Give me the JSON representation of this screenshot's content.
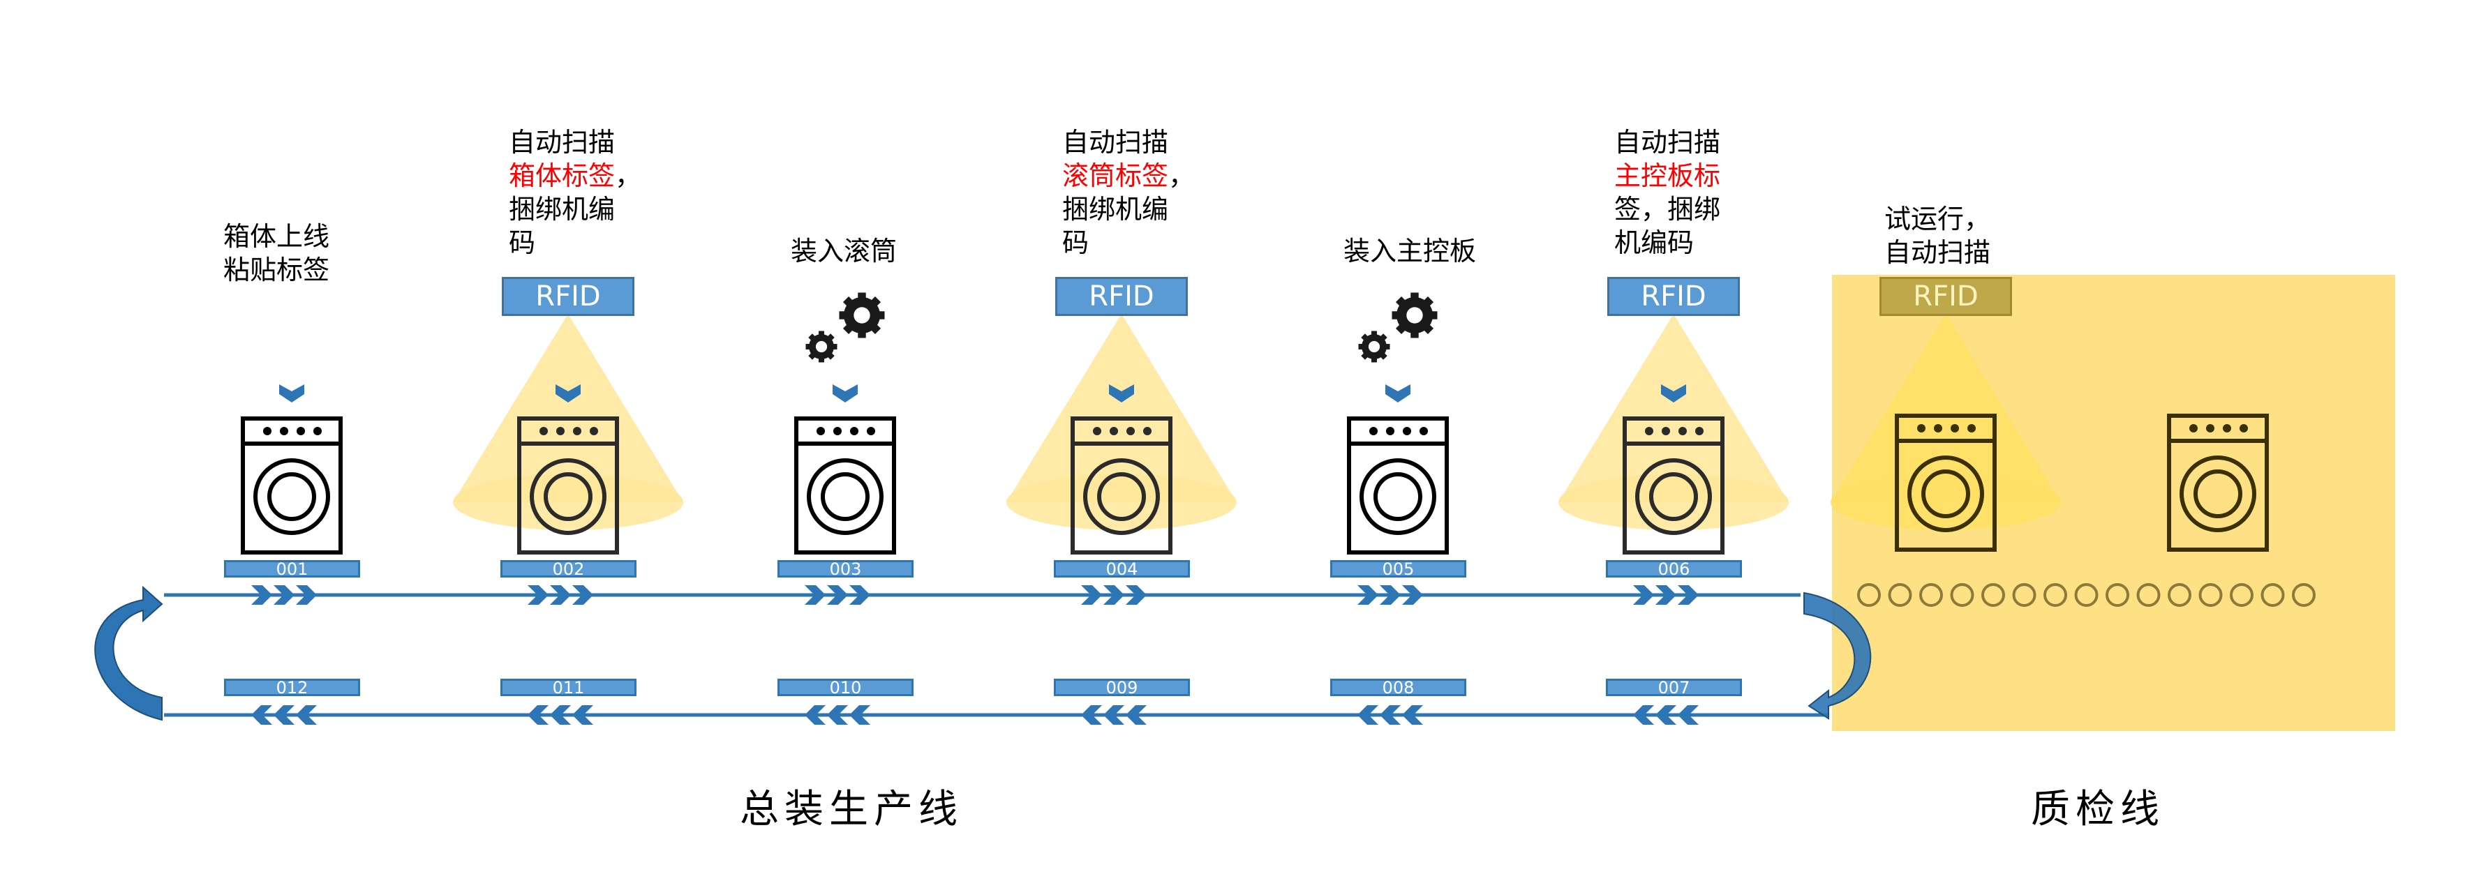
{
  "stations": [
    {
      "label_pre": "箱体上线\n粘贴标签",
      "label_red": "",
      "label_post": "",
      "top_code": "001",
      "bottom_code": "012",
      "rfid": false,
      "gears": false
    },
    {
      "label_pre": "自动扫描\n",
      "label_red": "箱体标签",
      "label_post": "，\n捆绑机编\n码",
      "top_code": "002",
      "bottom_code": "011",
      "rfid": true,
      "gears": false
    },
    {
      "label_pre": "装入滚筒",
      "label_red": "",
      "label_post": "",
      "top_code": "003",
      "bottom_code": "010",
      "rfid": false,
      "gears": true
    },
    {
      "label_pre": "自动扫描\n",
      "label_red": "滚筒标签",
      "label_post": "，\n捆绑机编\n码",
      "top_code": "004",
      "bottom_code": "009",
      "rfid": true,
      "gears": false
    },
    {
      "label_pre": "装入主控板",
      "label_red": "",
      "label_post": "",
      "top_code": "005",
      "bottom_code": "008",
      "rfid": false,
      "gears": true
    },
    {
      "label_pre": "自动扫描\n",
      "label_red": "主控板标",
      "label_post": "\n签，捆绑\n机编码",
      "top_code": "006",
      "bottom_code": "007",
      "rfid": true,
      "gears": false
    }
  ],
  "rfid_label": "RFID",
  "qc_label": "试运行，\n自动扫描",
  "assembly_line_title": "总装生产线",
  "qc_line_title": "质检线",
  "colors": {
    "line_blue": "#2e75b6",
    "chevron_blue": "#2e75b6",
    "tag_blue": "#5b9bd5",
    "beam_yellow": "#ffe699",
    "qc_zone": "#ffd966",
    "label_red": "#ff0000"
  }
}
